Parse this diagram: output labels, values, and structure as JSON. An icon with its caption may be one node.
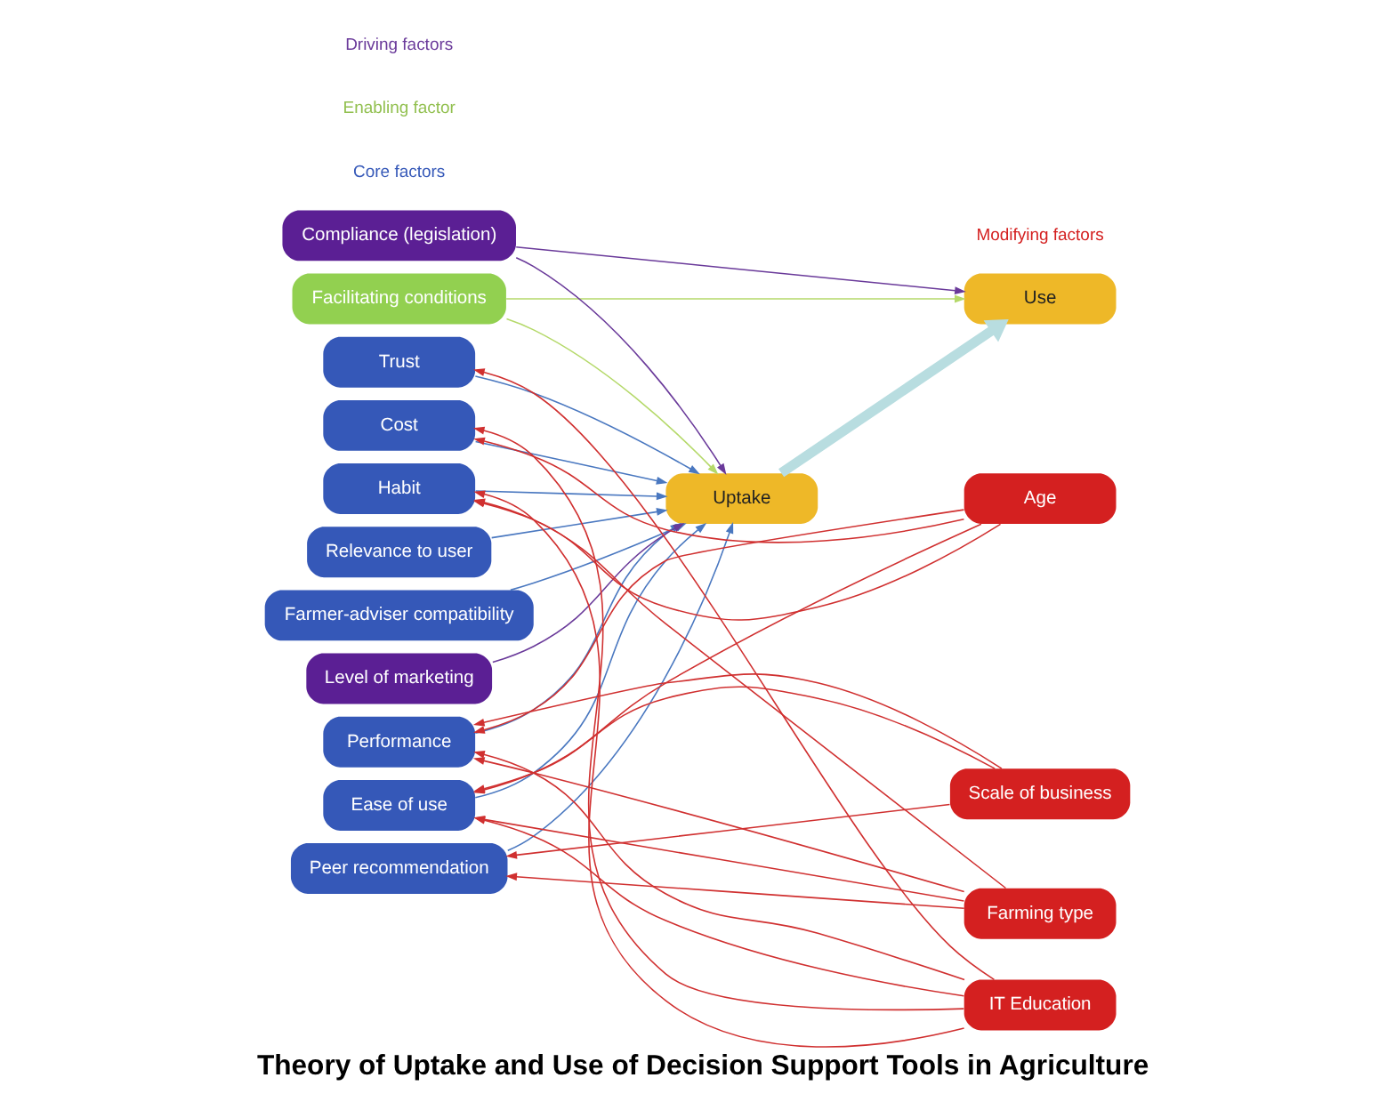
{
  "diagram": {
    "title": "Theory of Uptake and Use of Decision Support Tools in Agriculture",
    "nodes": [
      {
        "text": [
          "Performance"
        ]
      },
      {
        "text": [
          "Ease of use"
        ]
      },
      {
        "text": [
          "Peer recommendation"
        ]
      },
      {
        "text": [
          "Trust"
        ]
      },
      {
        "text": [
          "Cost"
        ]
      },
      {
        "text": [
          "Habit"
        ]
      },
      {
        "text": [
          "Relevance to user"
        ]
      },
      {
        "text": [
          "Farmer-adviser compatibility"
        ]
      },
      {
        "text": [
          "Facilitating conditions"
        ]
      },
      {
        "text": [
          "Compliance (legislation)"
        ]
      },
      {
        "text": [
          "Level of marketing"
        ]
      },
      {
        "text": [
          "Uptake"
        ]
      },
      {
        "text": [
          "Use"
        ]
      },
      {
        "text": [
          "Age"
        ]
      },
      {
        "text": [
          "Scale of business"
        ]
      },
      {
        "text": [
          "Farming type"
        ]
      },
      {
        "text": [
          "IT Education"
        ]
      }
    ],
    "edges": [
      {
        "from": 0,
        "to": 11,
        "arrow": "to",
        "color": "#4a78c0"
      },
      {
        "from": 1,
        "to": 11,
        "arrow": "to",
        "color": "#4a78c0"
      },
      {
        "from": 2,
        "to": 11,
        "arrow": "to",
        "color": "#4a78c0"
      },
      {
        "from": 3,
        "to": 11,
        "arrow": "to",
        "color": "#4a78c0"
      },
      {
        "from": 4,
        "to": 11,
        "arrow": "to",
        "color": "#4a78c0"
      },
      {
        "from": 5,
        "to": 11,
        "arrow": "to",
        "color": "#4a78c0"
      },
      {
        "from": 6,
        "to": 11,
        "arrow": "to",
        "color": "#4a78c0"
      },
      {
        "from": 7,
        "to": 11,
        "arrow": "to",
        "color": "#4a78c0"
      },
      {
        "from": 8,
        "to": 11,
        "arrow": "to",
        "color": "#b5d96a"
      },
      {
        "from": 8,
        "to": 12,
        "arrow": "to",
        "color": "#b5d96a"
      },
      {
        "from": 9,
        "to": 11,
        "arrow": "to",
        "color": "#6a3a9a"
      },
      {
        "from": 9,
        "to": 12,
        "arrow": "to",
        "color": "#6a3a9a"
      },
      {
        "from": 10,
        "to": 11,
        "arrow": "to",
        "color": "#6a3a9a"
      },
      {
        "from": 11,
        "to": 12,
        "arrow": "to",
        "style": "thick",
        "color": "#b8dde0"
      },
      {
        "from": 13,
        "to": 0,
        "arrow": "to"
      },
      {
        "from": 13,
        "to": 1,
        "arrow": "to"
      },
      {
        "from": 13,
        "to": 4,
        "arrow": "to"
      },
      {
        "from": 13,
        "to": 5,
        "arrow": "to"
      },
      {
        "from": 14,
        "to": 0,
        "arrow": "to"
      },
      {
        "from": 14,
        "to": 1,
        "arrow": "to"
      },
      {
        "from": 14,
        "to": 2,
        "arrow": "to"
      },
      {
        "from": 15,
        "to": 0,
        "arrow": "to"
      },
      {
        "from": 15,
        "to": 1,
        "arrow": "to"
      },
      {
        "from": 15,
        "to": 2,
        "arrow": "to"
      },
      {
        "from": 15,
        "to": 5,
        "arrow": "to"
      },
      {
        "from": 16,
        "to": 0,
        "arrow": "to"
      },
      {
        "from": 16,
        "to": 1,
        "arrow": "to"
      },
      {
        "from": 16,
        "to": 3,
        "arrow": "to"
      },
      {
        "from": 16,
        "to": 4,
        "arrow": "to"
      },
      {
        "from": 16,
        "to": 5,
        "arrow": "to"
      }
    ],
    "labels": [
      "Core factors",
      "Enabling factor",
      "Driving factors",
      "Modifying factors"
    ]
  }
}
